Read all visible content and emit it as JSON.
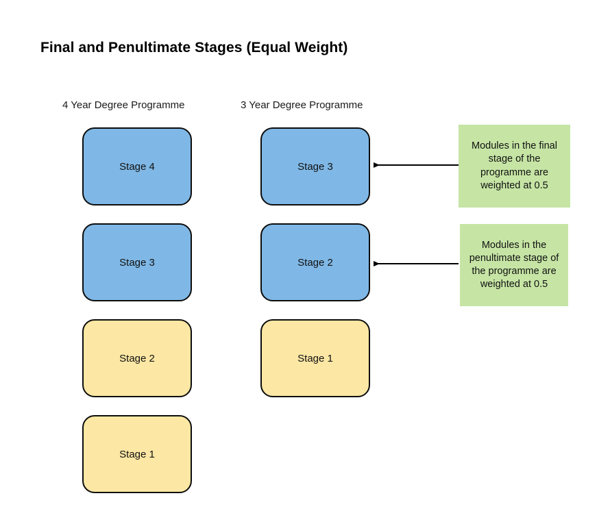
{
  "title": "Final and Penultimate Stages (Equal Weight)",
  "colors": {
    "final_stage_fill": "#7FB8E6",
    "other_stage_fill": "#FCE7A4",
    "callout_fill": "#C6E5A5",
    "border": "#0D0D0D",
    "arrow": "#000000",
    "background": "#FFFFFF"
  },
  "columns": [
    {
      "header": "4 Year Degree Programme",
      "stages": [
        {
          "label": "Stage 4",
          "fill": "blue"
        },
        {
          "label": "Stage 3",
          "fill": "blue"
        },
        {
          "label": "Stage 2",
          "fill": "yellow"
        },
        {
          "label": "Stage 1",
          "fill": "yellow"
        }
      ]
    },
    {
      "header": "3 Year Degree Programme",
      "stages": [
        {
          "label": "Stage 3",
          "fill": "blue"
        },
        {
          "label": "Stage 2",
          "fill": "blue"
        },
        {
          "label": "Stage 1",
          "fill": "yellow"
        }
      ]
    }
  ],
  "callouts": [
    {
      "text": "Modules in the final stage of the programme are weighted at 0.5"
    },
    {
      "text": "Modules in the penultimate stage of the programme are weighted at 0.5"
    }
  ]
}
